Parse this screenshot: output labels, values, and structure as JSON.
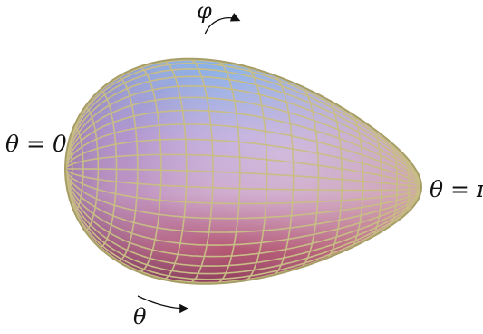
{
  "labels": {
    "theta_zero": "θ = 0",
    "theta_pi": "θ = π",
    "phi": "φ",
    "theta": "θ"
  },
  "colors": {
    "grid_line": "#c8bd86",
    "outline": "#a79d66",
    "top_left": "#6ea3e6",
    "top_right": "#a9d6b8",
    "middle": "#c49ac4",
    "bottom_left": "#7a2e55",
    "bottom_right": "#e2967a",
    "arrow": "#111111"
  },
  "mesh": {
    "theta_lines": 20,
    "phi_lines": 22
  }
}
